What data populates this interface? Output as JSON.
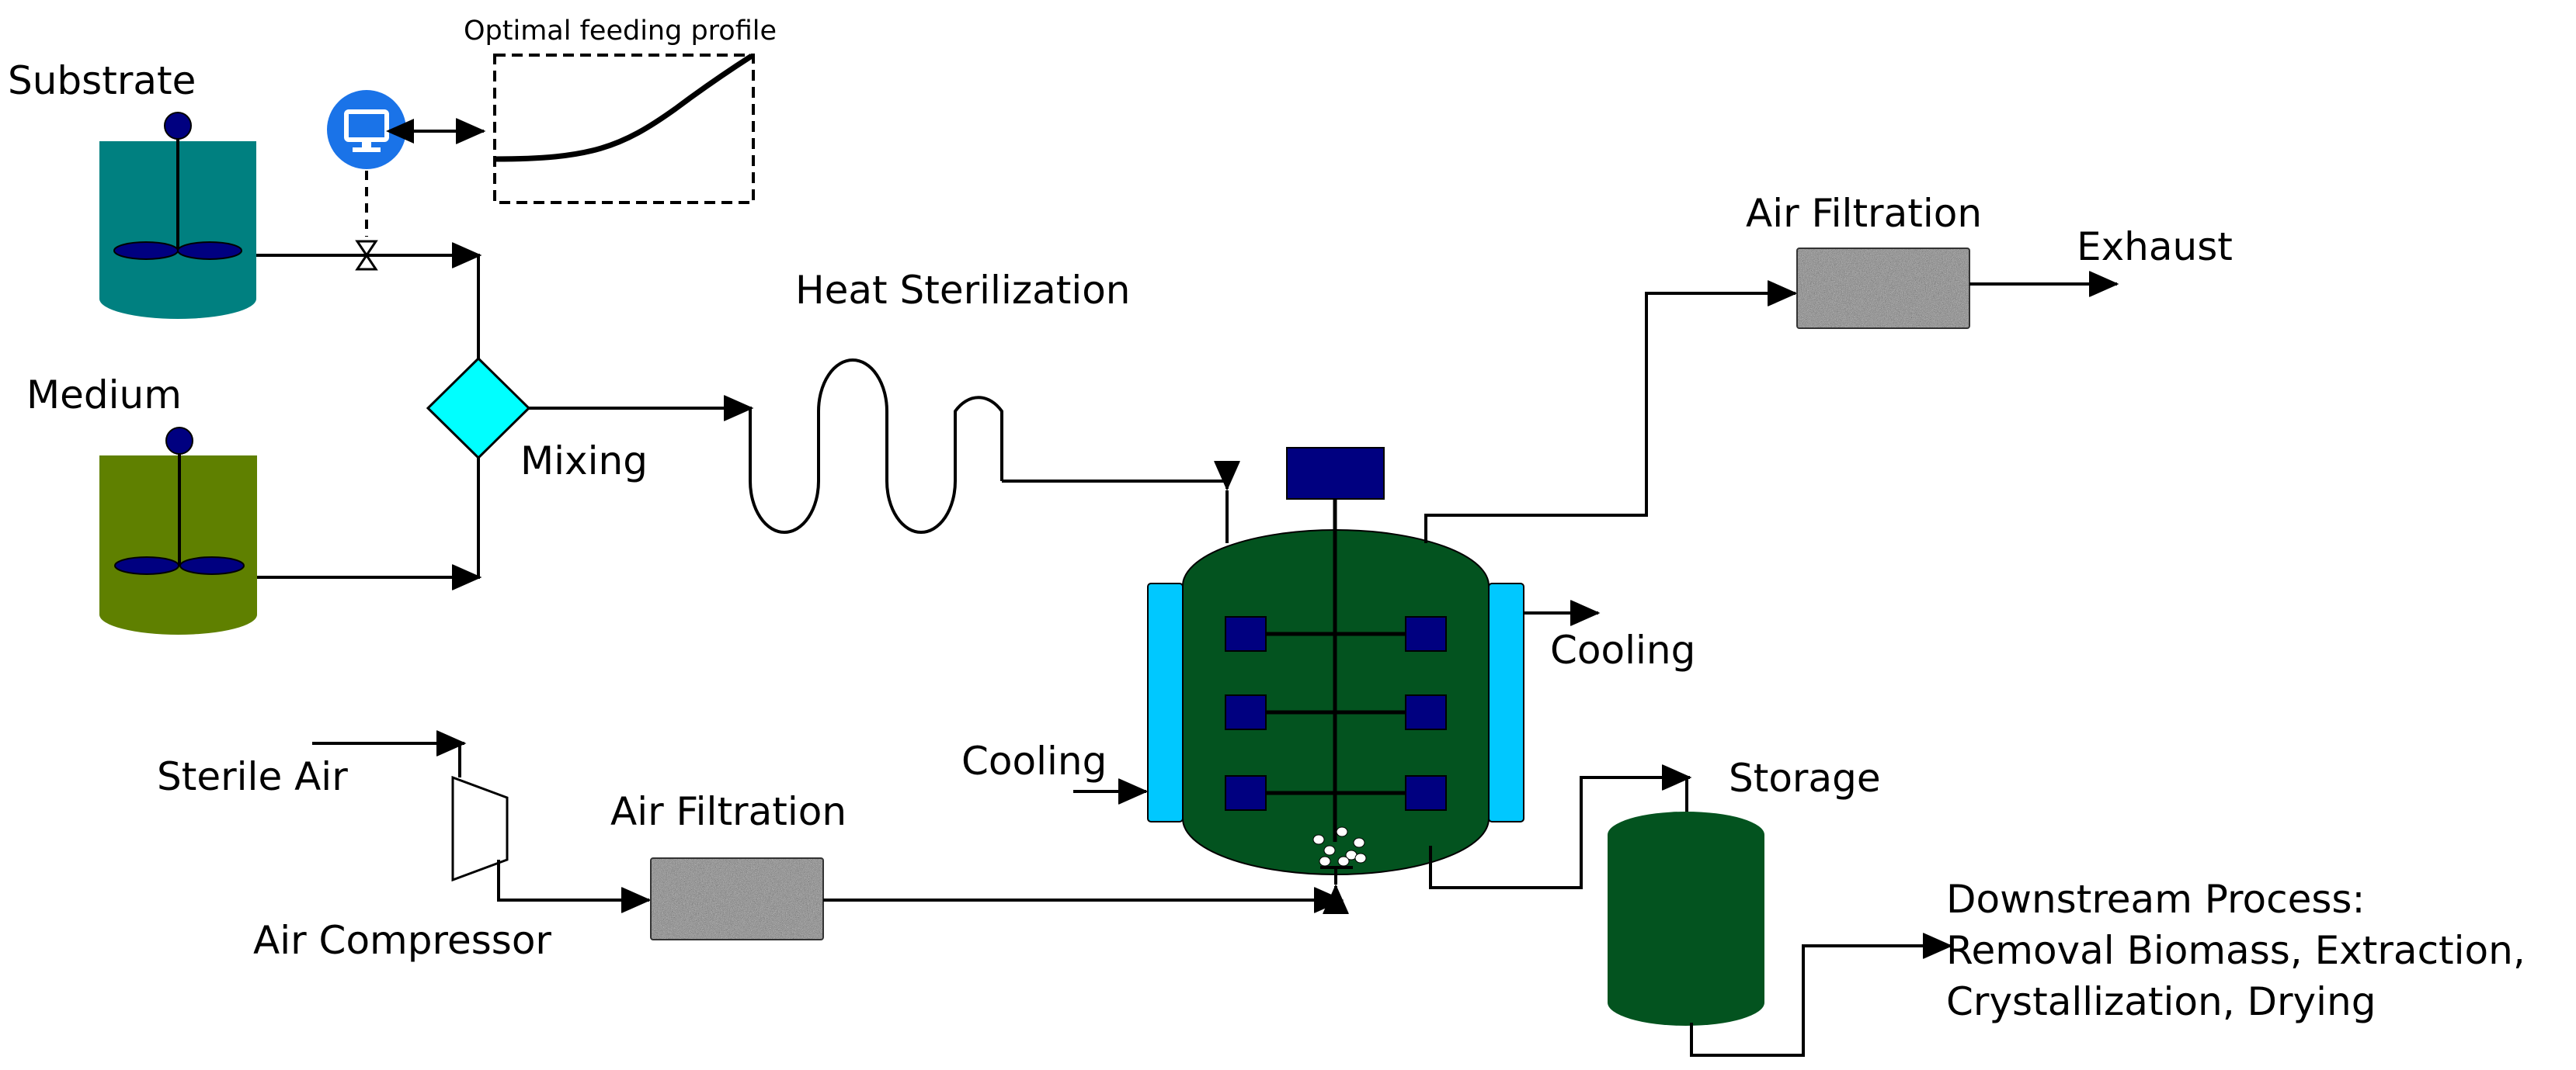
{
  "labels": {
    "substrate": "Substrate",
    "medium": "Medium",
    "optimal_feeding_profile": "Optimal feeding profile",
    "mixing": "Mixing",
    "heat_sterilization": "Heat Sterilization",
    "air_filtration_top": "Air Filtration",
    "exhaust": "Exhaust",
    "cooling_right": "Cooling",
    "cooling_left": "Cooling",
    "sterile_air": "Sterile Air",
    "air_compressor": "Air Compressor",
    "air_filtration_bottom": "Air Filtration",
    "storage": "Storage",
    "downstream_line1": "Downstream Process:",
    "downstream_line2": "Removal Biomass, Extraction,",
    "downstream_line3": "Crystallization, Drying"
  },
  "colors": {
    "substrate_tank": "#008080",
    "medium_tank": "#5f8000",
    "impeller": "#000080",
    "mixing_diamond": "#00ffff",
    "fermenter": "#03531f",
    "cooling_jacket": "#00c8ff",
    "computer_icon": "#1a73e8",
    "filter": "#808080"
  },
  "icons": {
    "computer": "computer-monitor-icon",
    "valve": "valve-icon"
  }
}
